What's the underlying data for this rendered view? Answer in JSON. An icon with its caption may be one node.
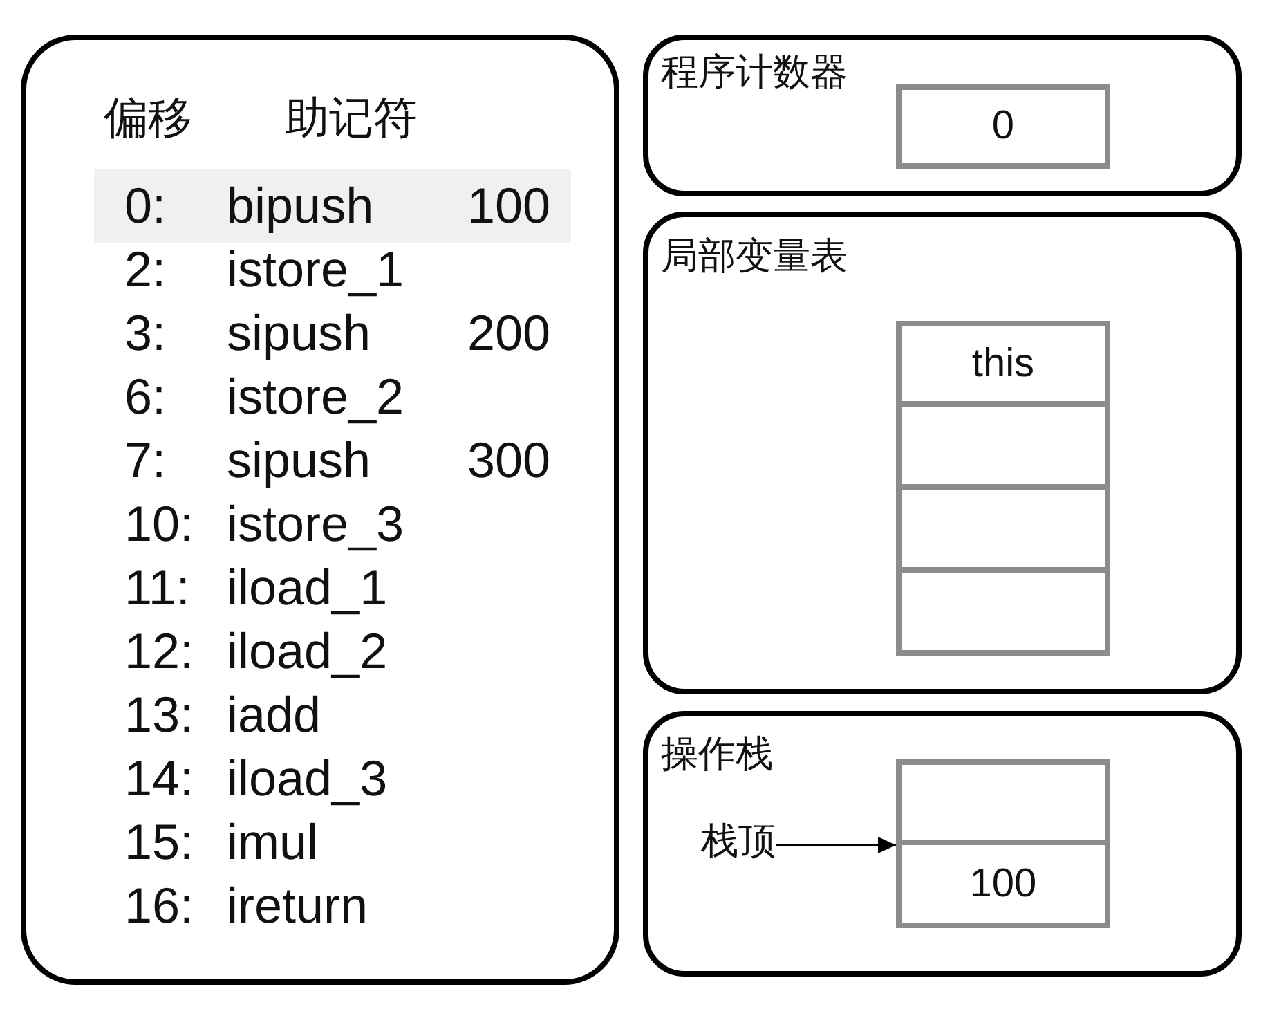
{
  "diagram": {
    "nodes": [
      {
        "text": [
          "偏移",
          "助记符"
        ]
      },
      {
        "text": [
          "0:",
          "bipush",
          "100"
        ],
        "in": 0
      },
      {
        "text": [
          "程序计数器"
        ]
      },
      {
        "text": [
          "0"
        ],
        "in": 2
      },
      {
        "text": [
          "局部变量表"
        ]
      },
      {
        "text": [
          "this"
        ],
        "in": 4
      },
      {
        "text": [],
        "shape": "box",
        "in": 4
      },
      {
        "text": [],
        "shape": "box",
        "in": 4
      },
      {
        "text": [],
        "shape": "box",
        "in": 4
      },
      {
        "text": [
          "操作栈"
        ]
      },
      {
        "text": [],
        "shape": "box",
        "in": 9
      },
      {
        "text": [
          "栈顶"
        ],
        "in": 9
      },
      {
        "text": [
          "100"
        ],
        "in": 9
      }
    ],
    "edges": [
      {
        "from": 11,
        "to": 12,
        "arrow": "to"
      }
    ],
    "labels": [
      "2:",
      "istore_1",
      "3:",
      "sipush",
      "200",
      "6:",
      "istore_2",
      "7:",
      "sipush",
      "300",
      "10:",
      "istore_3",
      "11:",
      "iload_1",
      "12:",
      "iload_2",
      "13:",
      "iadd",
      "14:",
      "iload_3",
      "15:",
      "imul",
      "16:",
      "ireturn"
    ]
  }
}
